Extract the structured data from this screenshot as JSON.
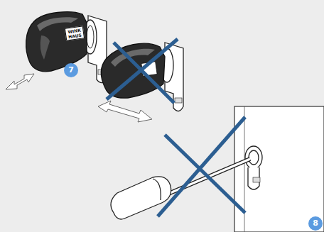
{
  "diagram": {
    "labels": [
      "7",
      "8",
      "WINK HAUS"
    ]
  }
}
